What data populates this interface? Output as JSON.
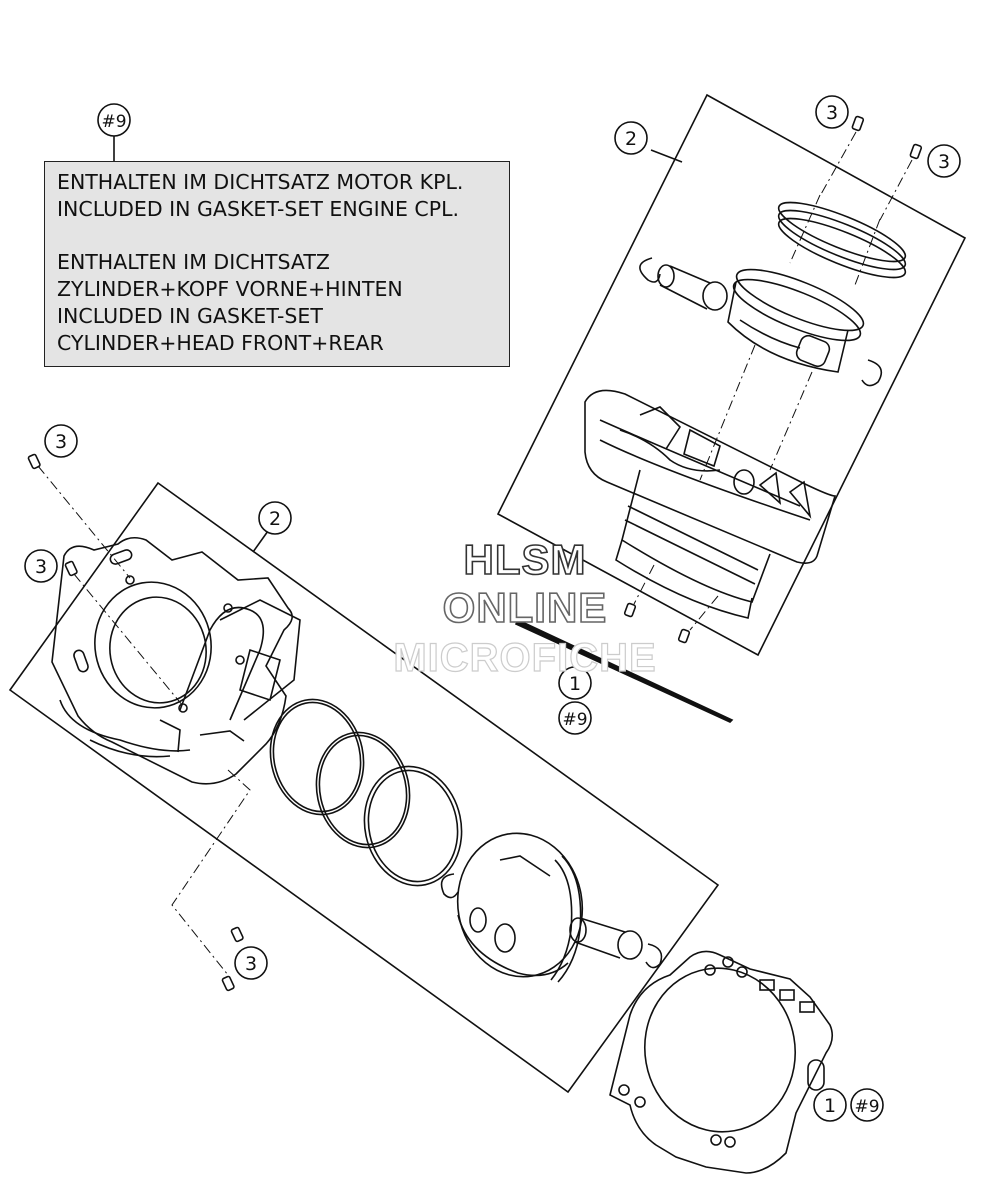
{
  "note": {
    "ref_label": "#9",
    "lines_group_1": [
      "ENTHALTEN IM DICHTSATZ MOTOR KPL.",
      "INCLUDED IN GASKET-SET ENGINE CPL."
    ],
    "lines_group_2": [
      "ENTHALTEN IM DICHTSATZ",
      "ZYLINDER+KOPF VORNE+HINTEN",
      "INCLUDED IN GASKET-SET",
      "CYLINDER+HEAD FRONT+REAR"
    ]
  },
  "watermark": {
    "line1": "HLSM",
    "line2": "ONLINE",
    "line3": "MICROFICHE"
  },
  "callouts": {
    "part_1": "1",
    "part_2": "2",
    "part_3": "3",
    "ref_9": "#9"
  }
}
